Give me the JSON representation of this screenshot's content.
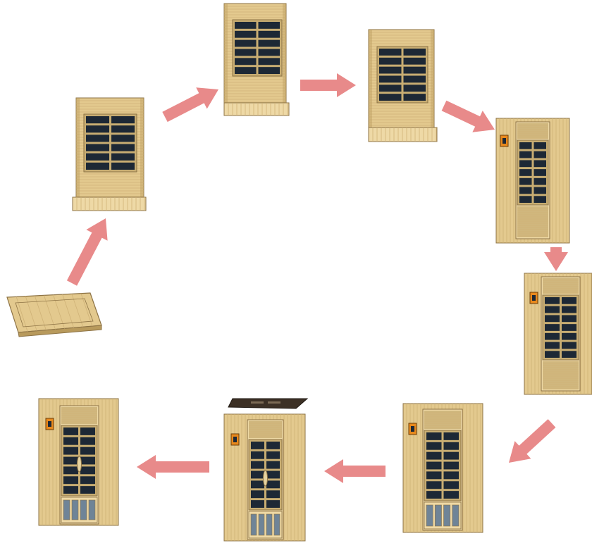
{
  "colors": {
    "wood": "#e3c98e",
    "wood_light": "#eed9a6",
    "wood_grain": "#cfb277",
    "wood_dark": "#b89a5c",
    "outline": "#8d7345",
    "glass": "#1d2835",
    "glass_frame": "#c8ad72",
    "control_panel": "#e8891d",
    "handle": "#e6d3a0",
    "lower_glass": "#6f8497",
    "roof_dark": "#3c3025",
    "arrow": "#e88a8a"
  },
  "steps": [
    {
      "id": 1,
      "name": "floor-base"
    },
    {
      "id": 2,
      "name": "back-wall-on-base"
    },
    {
      "id": 3,
      "name": "back-wall-raised"
    },
    {
      "id": 4,
      "name": "back-wall-tilted"
    },
    {
      "id": 5,
      "name": "side-panel-view"
    },
    {
      "id": 6,
      "name": "side-panel-with-control"
    },
    {
      "id": 7,
      "name": "front-with-bench"
    },
    {
      "id": 8,
      "name": "front-door-with-roof"
    },
    {
      "id": 9,
      "name": "completed-sauna"
    }
  ],
  "arrows": [
    {
      "from": 1,
      "to": 2
    },
    {
      "from": 2,
      "to": 3
    },
    {
      "from": 3,
      "to": 4
    },
    {
      "from": 4,
      "to": 5
    },
    {
      "from": 5,
      "to": 6
    },
    {
      "from": 6,
      "to": 7
    },
    {
      "from": 7,
      "to": 8
    },
    {
      "from": 8,
      "to": 9
    }
  ]
}
